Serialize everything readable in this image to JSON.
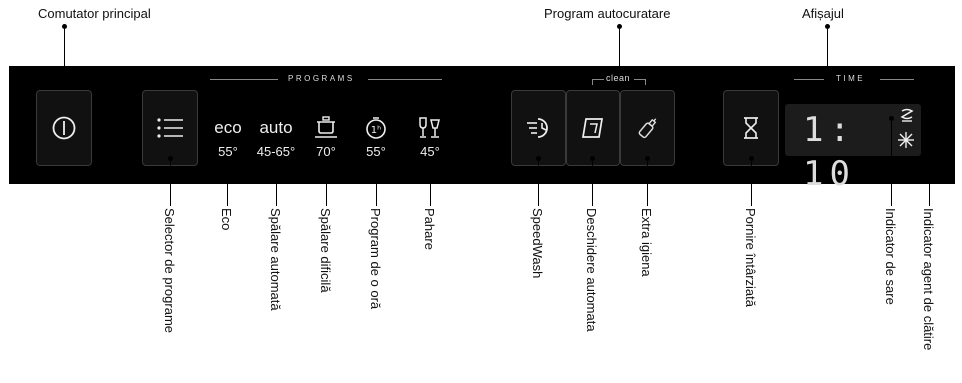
{
  "top_labels": {
    "main_switch": "Comutator principal",
    "self_clean": "Program autocuratare",
    "display": "Afișajul"
  },
  "panel": {
    "programs_header": "PROGRAMS",
    "clean_header": "clean",
    "time_header": "TIME",
    "programs": [
      {
        "top": "eco",
        "temp": "55°",
        "icon": null
      },
      {
        "top": "auto",
        "temp": "45-65°",
        "icon": null
      },
      {
        "top": "",
        "temp": "70°",
        "icon": "pot-icon"
      },
      {
        "top": "",
        "temp": "55°",
        "icon": "one-hour-timer-icon"
      },
      {
        "top": "",
        "temp": "45°",
        "icon": "glasses-icon"
      }
    ],
    "display_digits": "1: 10"
  },
  "callouts": {
    "program_selector": "Selector de programe",
    "eco": "Eco",
    "auto_wash": "Spălare automată",
    "intensive": "Spălare dificilă",
    "one_hour": "Program de o oră",
    "glasses": "Pahare",
    "speedwash": "SpeedWash",
    "auto_open": "Deschidere automata",
    "extra_hygiene": "Extra igiena",
    "delay_start": "Pornire întârziată",
    "salt_indicator": "Indicator de sare",
    "rinse_aid_indicator": "Indicator agent de clătire"
  }
}
